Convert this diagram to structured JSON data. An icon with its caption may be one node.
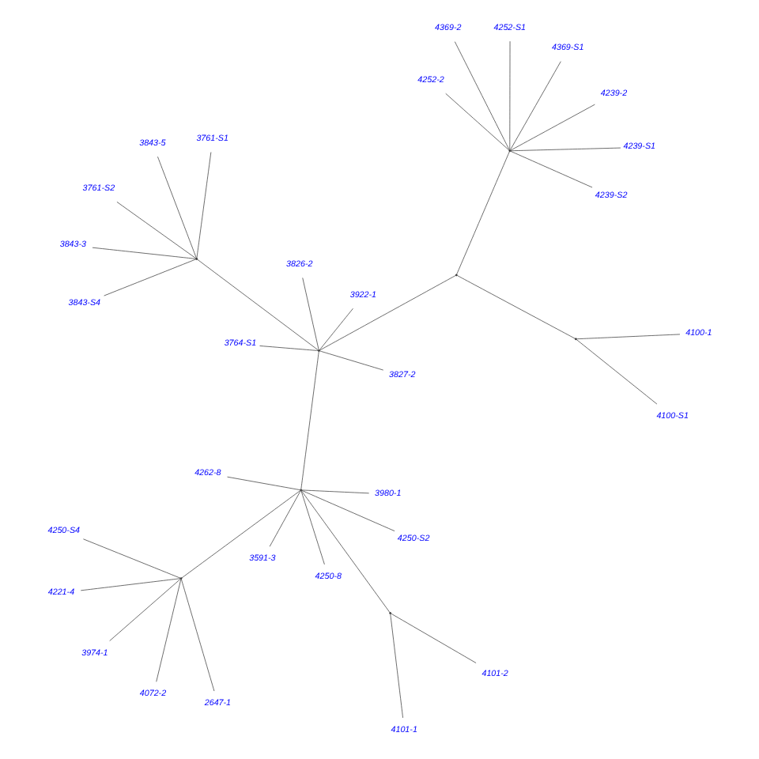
{
  "diagram": {
    "nodes": [
      {
        "text": [],
        "shape": "point"
      },
      {
        "text": [],
        "shape": "point"
      },
      {
        "text": [
          "4072-2"
        ]
      },
      {
        "text": [
          "4250-S4"
        ]
      },
      {
        "text": [
          "2647-1"
        ]
      },
      {
        "text": [
          "4221-4"
        ]
      },
      {
        "text": [
          "3974-1"
        ]
      },
      {
        "text": [
          "4250-8"
        ]
      },
      {
        "text": [
          "3591-3"
        ]
      },
      {
        "text": [],
        "shape": "point"
      },
      {
        "text": [
          "4101-2"
        ]
      },
      {
        "text": [
          "4101-1"
        ]
      },
      {
        "text": [
          "4250-S2"
        ]
      },
      {
        "text": [
          "3980-1"
        ]
      },
      {
        "text": [
          "4262-8"
        ]
      },
      {
        "text": [],
        "shape": "point"
      },
      {
        "text": [
          "3922-1"
        ]
      },
      {
        "text": [
          "3826-2"
        ]
      },
      {
        "text": [
          "3764-S1"
        ]
      },
      {
        "text": [],
        "shape": "point"
      },
      {
        "text": [
          "3843-3"
        ]
      },
      {
        "text": [
          "3843-S4"
        ]
      },
      {
        "text": [
          "3843-5"
        ]
      },
      {
        "text": [
          "3761-S1"
        ]
      },
      {
        "text": [
          "3761-S2"
        ]
      },
      {
        "text": [
          "3827-2"
        ]
      },
      {
        "text": [],
        "shape": "point"
      },
      {
        "text": [],
        "shape": "point"
      },
      {
        "text": [
          "4100-S1"
        ]
      },
      {
        "text": [
          "4100-1"
        ]
      },
      {
        "text": [],
        "shape": "point"
      },
      {
        "text": [
          "4239-S1"
        ]
      },
      {
        "text": [
          "4252-2"
        ]
      },
      {
        "text": [
          "4369-2"
        ]
      },
      {
        "text": [
          "4239-2"
        ]
      },
      {
        "text": [
          "4239-S2"
        ]
      },
      {
        "text": [
          "4252-S1"
        ]
      },
      {
        "text": [
          "4369-S1"
        ]
      }
    ],
    "edges": [
      {
        "from": 0,
        "to": 1,
        "arrow": "none"
      },
      {
        "from": 1,
        "to": 2,
        "arrow": "none"
      },
      {
        "from": 1,
        "to": 3,
        "arrow": "none"
      },
      {
        "from": 1,
        "to": 4,
        "arrow": "none"
      },
      {
        "from": 1,
        "to": 5,
        "arrow": "none"
      },
      {
        "from": 1,
        "to": 6,
        "arrow": "none"
      },
      {
        "from": 0,
        "to": 7,
        "arrow": "none"
      },
      {
        "from": 0,
        "to": 8,
        "arrow": "none"
      },
      {
        "from": 0,
        "to": 9,
        "arrow": "none"
      },
      {
        "from": 9,
        "to": 10,
        "arrow": "none"
      },
      {
        "from": 9,
        "to": 11,
        "arrow": "none"
      },
      {
        "from": 0,
        "to": 12,
        "arrow": "none"
      },
      {
        "from": 0,
        "to": 13,
        "arrow": "none"
      },
      {
        "from": 0,
        "to": 14,
        "arrow": "none"
      },
      {
        "from": 0,
        "to": 15,
        "arrow": "none"
      },
      {
        "from": 15,
        "to": 16,
        "arrow": "none"
      },
      {
        "from": 15,
        "to": 17,
        "arrow": "none"
      },
      {
        "from": 15,
        "to": 18,
        "arrow": "none"
      },
      {
        "from": 15,
        "to": 19,
        "arrow": "none"
      },
      {
        "from": 19,
        "to": 20,
        "arrow": "none"
      },
      {
        "from": 19,
        "to": 21,
        "arrow": "none"
      },
      {
        "from": 19,
        "to": 22,
        "arrow": "none"
      },
      {
        "from": 19,
        "to": 23,
        "arrow": "none"
      },
      {
        "from": 19,
        "to": 24,
        "arrow": "none"
      },
      {
        "from": 15,
        "to": 25,
        "arrow": "none"
      },
      {
        "from": 15,
        "to": 26,
        "arrow": "none"
      },
      {
        "from": 26,
        "to": 27,
        "arrow": "none"
      },
      {
        "from": 27,
        "to": 28,
        "arrow": "none"
      },
      {
        "from": 27,
        "to": 29,
        "arrow": "none"
      },
      {
        "from": 26,
        "to": 30,
        "arrow": "none"
      },
      {
        "from": 30,
        "to": 31,
        "arrow": "none"
      },
      {
        "from": 30,
        "to": 32,
        "arrow": "none"
      },
      {
        "from": 30,
        "to": 33,
        "arrow": "none"
      },
      {
        "from": 30,
        "to": 34,
        "arrow": "none"
      },
      {
        "from": 30,
        "to": 35,
        "arrow": "none"
      },
      {
        "from": 30,
        "to": 36,
        "arrow": "none"
      },
      {
        "from": 30,
        "to": 37,
        "arrow": "none"
      }
    ]
  }
}
